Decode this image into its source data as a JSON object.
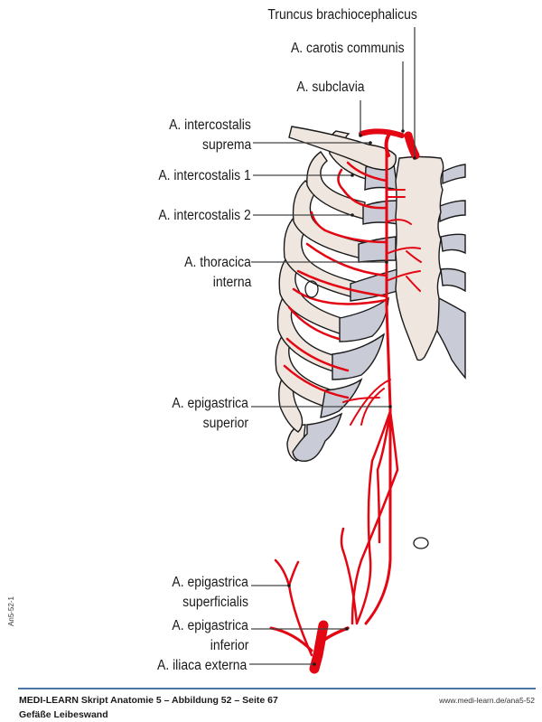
{
  "figure": {
    "labels": {
      "truncus_brachiocephalicus": "Truncus brachiocephalicus",
      "carotis_communis": "A. carotis communis",
      "subclavia": "A. subclavia",
      "intercostalis_suprema_1": "A. intercostalis",
      "intercostalis_suprema_2": "suprema",
      "intercostalis_1": "A. intercostalis 1",
      "intercostalis_2": "A. intercostalis 2",
      "thoracica_interna_1": "A. thoracica",
      "thoracica_interna_2": "interna",
      "epigastrica_superior_1": "A. epigastrica",
      "epigastrica_superior_2": "superior",
      "epigastrica_superficialis_1": "A. epigastrica",
      "epigastrica_superficialis_2": "superficialis",
      "epigastrica_inferior_1": "A. epigastrica",
      "epigastrica_inferior_2": "inferior",
      "iliaca_externa": "A. iliaca externa"
    },
    "colors": {
      "artery": "#e30613",
      "bone": "#efe7df",
      "cartilage": "#c9ccd6",
      "outline": "#1a1a1a",
      "leader": "#444444"
    },
    "side_code": "An5-52-1"
  },
  "footer": {
    "title": "MEDI-LEARN Skript Anatomie 5 – Abbildung 52 – Seite 67",
    "subtitle": "Gefäße Leibeswand",
    "url": "www.medi-learn.de/ana5-52",
    "rule_color": "#4a76a8"
  }
}
